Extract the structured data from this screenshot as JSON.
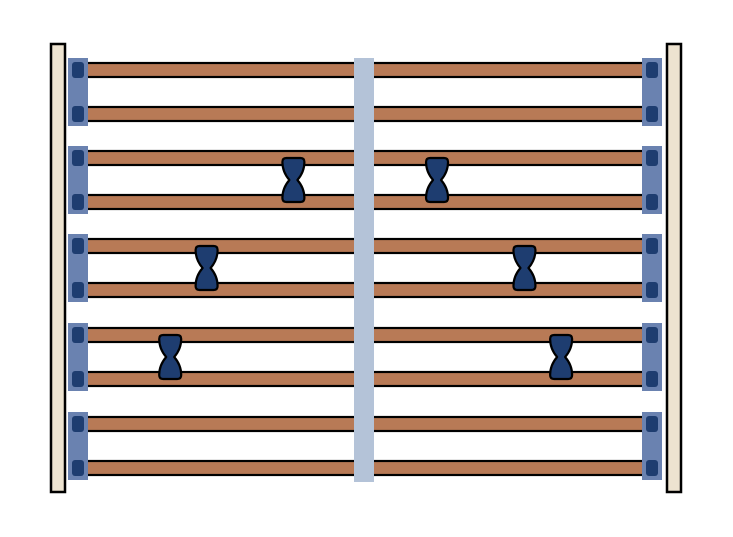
{
  "diagram": {
    "slat_pairs": 5,
    "slats_per_pair": 2,
    "adjusters": [
      {
        "pair": 2,
        "side": "left",
        "position": 0.78
      },
      {
        "pair": 2,
        "side": "right",
        "position": 0.22
      },
      {
        "pair": 3,
        "side": "left",
        "position": 0.47
      },
      {
        "pair": 3,
        "side": "right",
        "position": 0.53
      },
      {
        "pair": 4,
        "side": "left",
        "position": 0.34
      },
      {
        "pair": 4,
        "side": "right",
        "position": 0.66
      }
    ],
    "colors": {
      "frame": "#ede3d0",
      "outline": "#000000",
      "slat": "#b87a56",
      "holder": "#6a82b0",
      "holder_cap": "#1e3d70",
      "center_rail": "#b4c3d8",
      "adjuster": "#1e3d70"
    }
  }
}
